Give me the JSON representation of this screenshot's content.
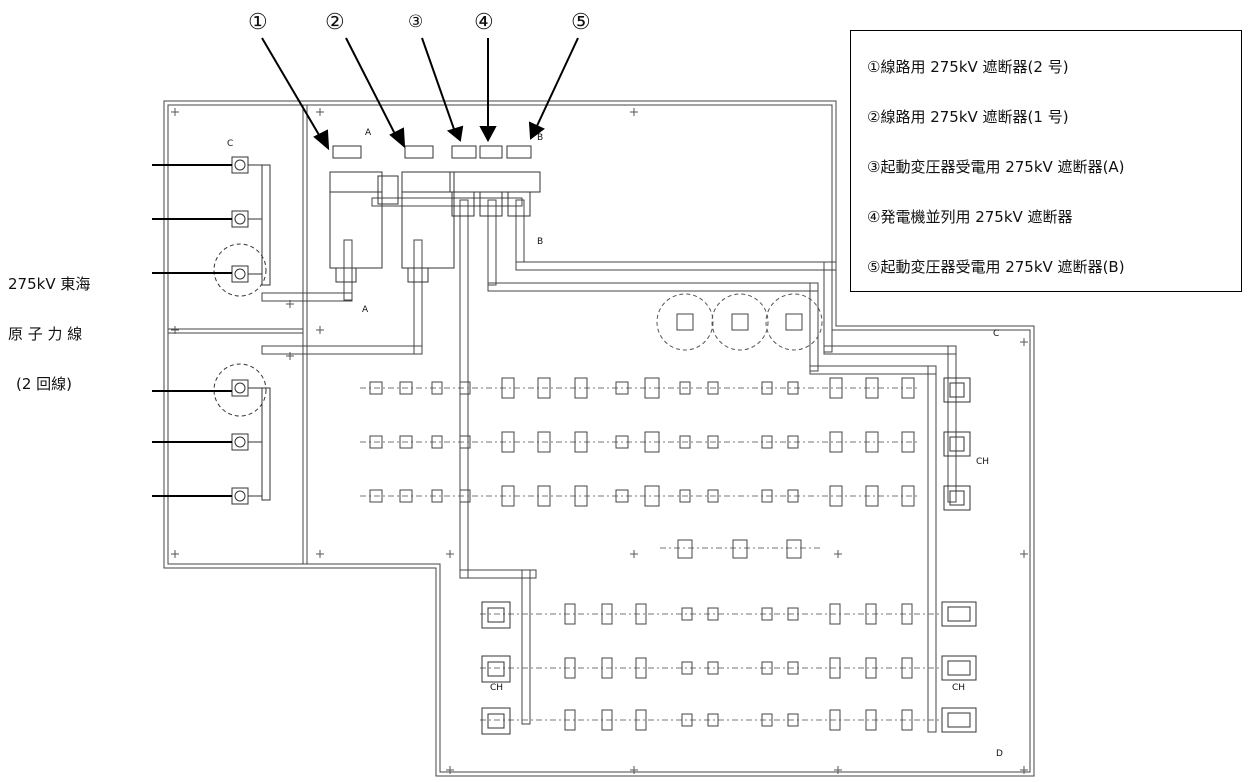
{
  "callouts": [
    "①",
    "②",
    "③",
    "④",
    "⑤"
  ],
  "legend": {
    "items": [
      "①線路用 275kV 遮断器(2 号)",
      "②線路用 275kV 遮断器(1 号)",
      "③起動変圧器受電用 275kV 遮断器(A)",
      "④発電機並列用 275kV 遮断器",
      "⑤起動変圧器受電用 275kV 遮断器(B)"
    ]
  },
  "line_label": [
    "275kV 東海",
    "原 子 力 線",
    "(2 回線)"
  ],
  "tags": {
    "ch_1": "CH",
    "ch_2": "CH",
    "ch_3": "CH",
    "a_1": "A",
    "a_2": "A",
    "b_1": "B",
    "b_2": "B",
    "c_1": "C",
    "c_2": "C",
    "d_1": "D"
  }
}
